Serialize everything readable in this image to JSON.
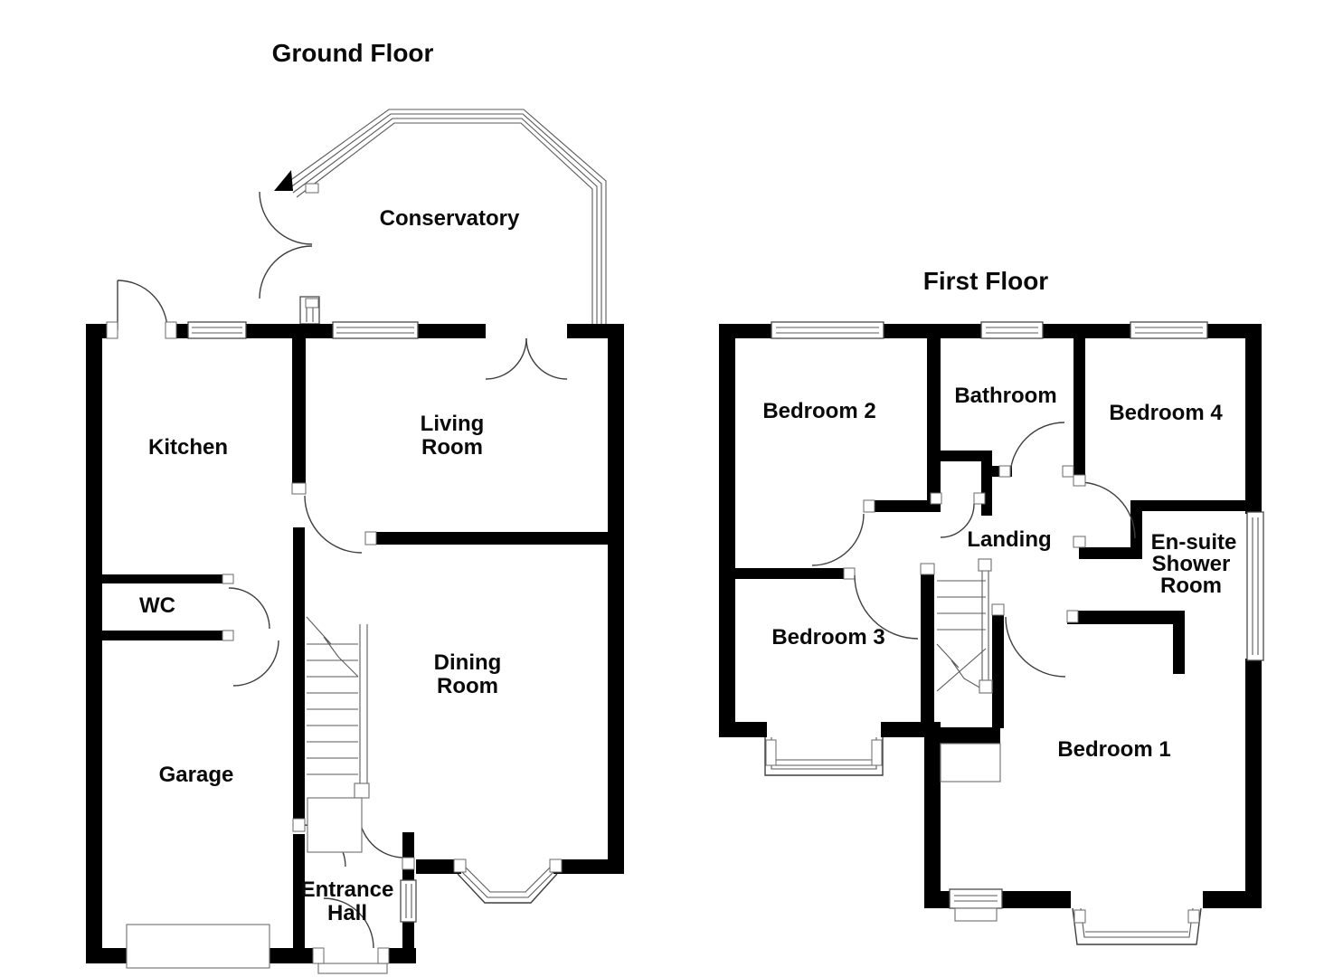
{
  "page": {
    "background": "#ffffff",
    "wall_color": "#000000",
    "line_color": "#3f3f3f",
    "text_color": "#0a0a0a"
  },
  "ground_floor": {
    "title": "Ground Floor",
    "rooms": {
      "conservatory": "Conservatory",
      "kitchen": "Kitchen",
      "living_room_line1": "Living",
      "living_room_line2": "Room",
      "wc": "WC",
      "dining_room_line1": "Dining",
      "dining_room_line2": "Room",
      "garage": "Garage",
      "entrance_hall_line1": "Entrance",
      "entrance_hall_line2": "Hall"
    }
  },
  "first_floor": {
    "title": "First Floor",
    "rooms": {
      "bedroom2": "Bedroom 2",
      "bathroom": "Bathroom",
      "bedroom4": "Bedroom 4",
      "landing": "Landing",
      "bedroom3": "Bedroom 3",
      "ensuite_line1": "En-suite",
      "ensuite_line2": "Shower",
      "ensuite_line3": "Room",
      "bedroom1": "Bedroom 1"
    }
  }
}
